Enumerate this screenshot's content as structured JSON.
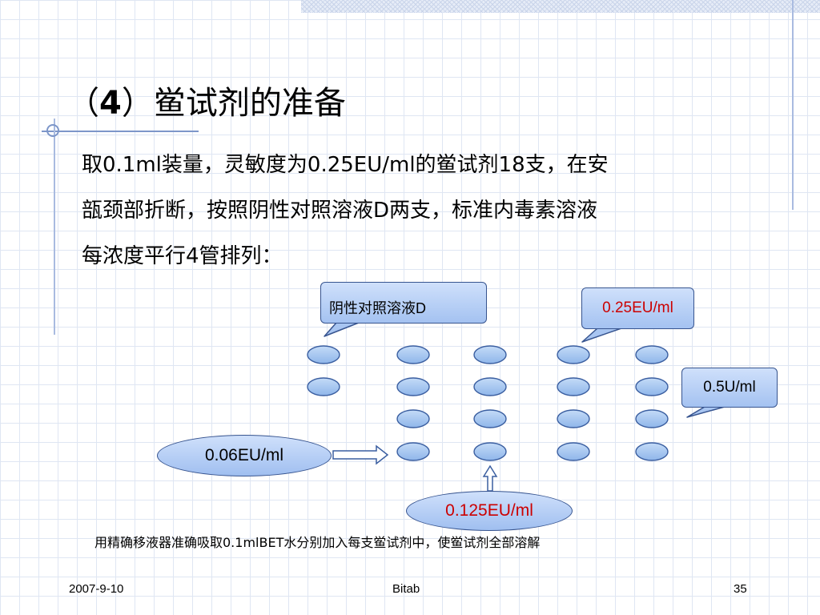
{
  "slide": {
    "title_prefix": "（",
    "title_num": "4",
    "title_suffix": "）鲎试剂的准备",
    "body_lines": [
      "取0.1ml装量，灵敏度为0.25EU/ml的鲎试剂18支，在安",
      "瓿颈部折断，按照阴性对照溶液D两支，标准内毒素溶液",
      "每浓度平行4管排列："
    ],
    "note": "用精确移液器准确吸取0.1mlBET水分别加入每支鲎试剂中，使鲎试剂全部溶解"
  },
  "diagram": {
    "callout_negative": "阴性对照溶液D",
    "callout_025": "0.25EU/ml",
    "callout_05": "0.5U/ml",
    "label_006": "0.06EU/ml",
    "label_0125": "0.125EU/ml",
    "tube_columns": [
      {
        "count": 2
      },
      {
        "count": 4
      },
      {
        "count": 4
      },
      {
        "count": 4
      },
      {
        "count": 4
      }
    ],
    "colors": {
      "tube_fill": "#9dc3ef",
      "tube_stroke": "#3a5ea0",
      "highlight_text": "#cc0000"
    }
  },
  "footer": {
    "date": "2007-9-10",
    "center": "Bitab",
    "page": "35"
  }
}
